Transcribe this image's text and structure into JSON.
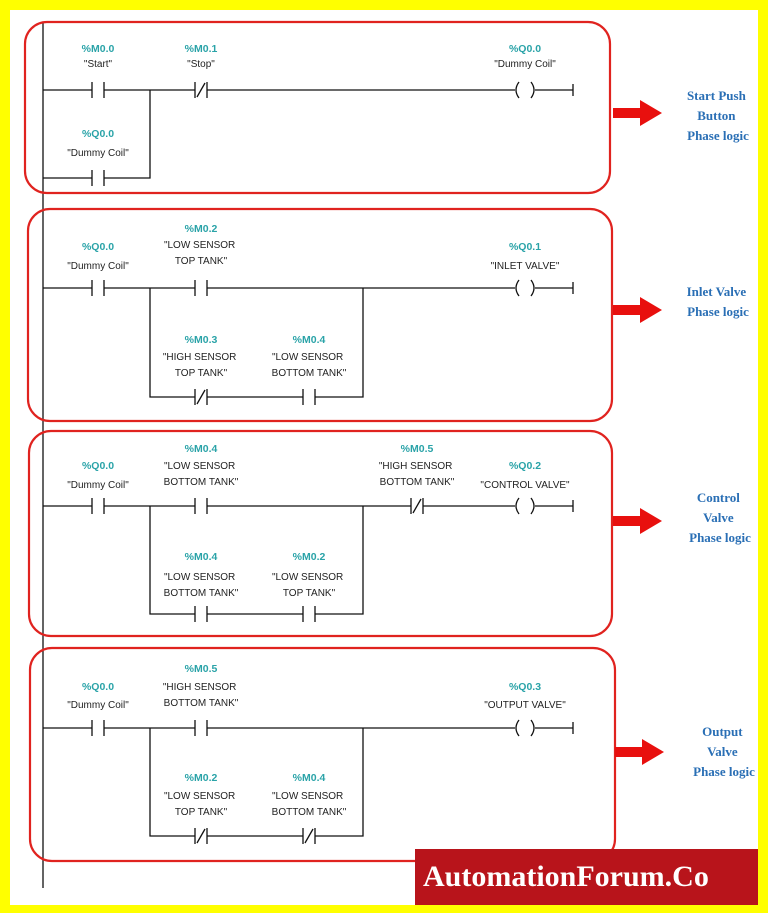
{
  "rungs": [
    {
      "caption": [
        "Start Push",
        "Button",
        "Phase logic"
      ],
      "contacts": [
        {
          "address": "%M0.0",
          "symbol": "\"Start\"",
          "type": "NO"
        },
        {
          "address": "%M0.1",
          "symbol": "\"Stop\"",
          "type": "NC"
        },
        {
          "address": "%Q0.0",
          "symbol": "\"Dummy Coil\"",
          "type": "NO"
        }
      ],
      "coil": {
        "address": "%Q0.0",
        "symbol": "\"Dummy Coil\""
      }
    },
    {
      "caption": [
        "Inlet Valve",
        "Phase logic"
      ],
      "contacts": [
        {
          "address": "%Q0.0",
          "symbol": "\"Dummy Coil\"",
          "type": "NO"
        },
        {
          "address": "%M0.2",
          "symbol_lines": [
            "\"LOW SENSOR",
            "TOP TANK\""
          ],
          "type": "NO"
        },
        {
          "address": "%M0.3",
          "symbol_lines": [
            "\"HIGH SENSOR",
            "TOP TANK\""
          ],
          "type": "NC"
        },
        {
          "address": "%M0.4",
          "symbol_lines": [
            "\"LOW SENSOR",
            "BOTTOM TANK\""
          ],
          "type": "NO"
        }
      ],
      "coil": {
        "address": "%Q0.1",
        "symbol": "\"INLET VALVE\""
      }
    },
    {
      "caption": [
        "Control",
        "Valve",
        "Phase logic"
      ],
      "contacts": [
        {
          "address": "%Q0.0",
          "symbol": "\"Dummy Coil\"",
          "type": "NO"
        },
        {
          "address": "%M0.4",
          "symbol_lines": [
            "\"LOW SENSOR",
            "BOTTOM TANK\""
          ],
          "type": "NO"
        },
        {
          "address": "%M0.5",
          "symbol_lines": [
            "\"HIGH SENSOR",
            "BOTTOM TANK\""
          ],
          "type": "NC"
        },
        {
          "address": "%M0.4",
          "symbol_lines": [
            "\"LOW SENSOR",
            "BOTTOM TANK\""
          ],
          "type": "NO"
        },
        {
          "address": "%M0.2",
          "symbol_lines": [
            "\"LOW  SENSOR",
            "TOP TANK\""
          ],
          "type": "NO"
        }
      ],
      "coil": {
        "address": "%Q0.2",
        "symbol": "\"CONTROL VALVE\""
      }
    },
    {
      "caption": [
        "Output",
        "Valve",
        "Phase logic"
      ],
      "contacts": [
        {
          "address": "%Q0.0",
          "symbol": "\"Dummy Coil\"",
          "type": "NO"
        },
        {
          "address": "%M0.5",
          "symbol_lines": [
            "\"HIGH SENSOR",
            "BOTTOM TANK\""
          ],
          "type": "NO"
        },
        {
          "address": "%M0.2",
          "symbol_lines": [
            "\"LOW  SENSOR",
            "TOP TANK\""
          ],
          "type": "NC"
        },
        {
          "address": "%M0.4",
          "symbol_lines": [
            "\"LOW SENSOR",
            "BOTTOM TANK\""
          ],
          "type": "NC"
        }
      ],
      "coil": {
        "address": "%Q0.3",
        "symbol": "\"OUTPUT VALVE\""
      }
    }
  ],
  "brand": "AutomationForum.Co",
  "colors": {
    "border": "#ffff00",
    "box": "#e0231f",
    "arrow": "#e8100e",
    "address": "#2aa3a8",
    "caption": "#2a6fb5",
    "brand_bg": "#b8141b"
  }
}
